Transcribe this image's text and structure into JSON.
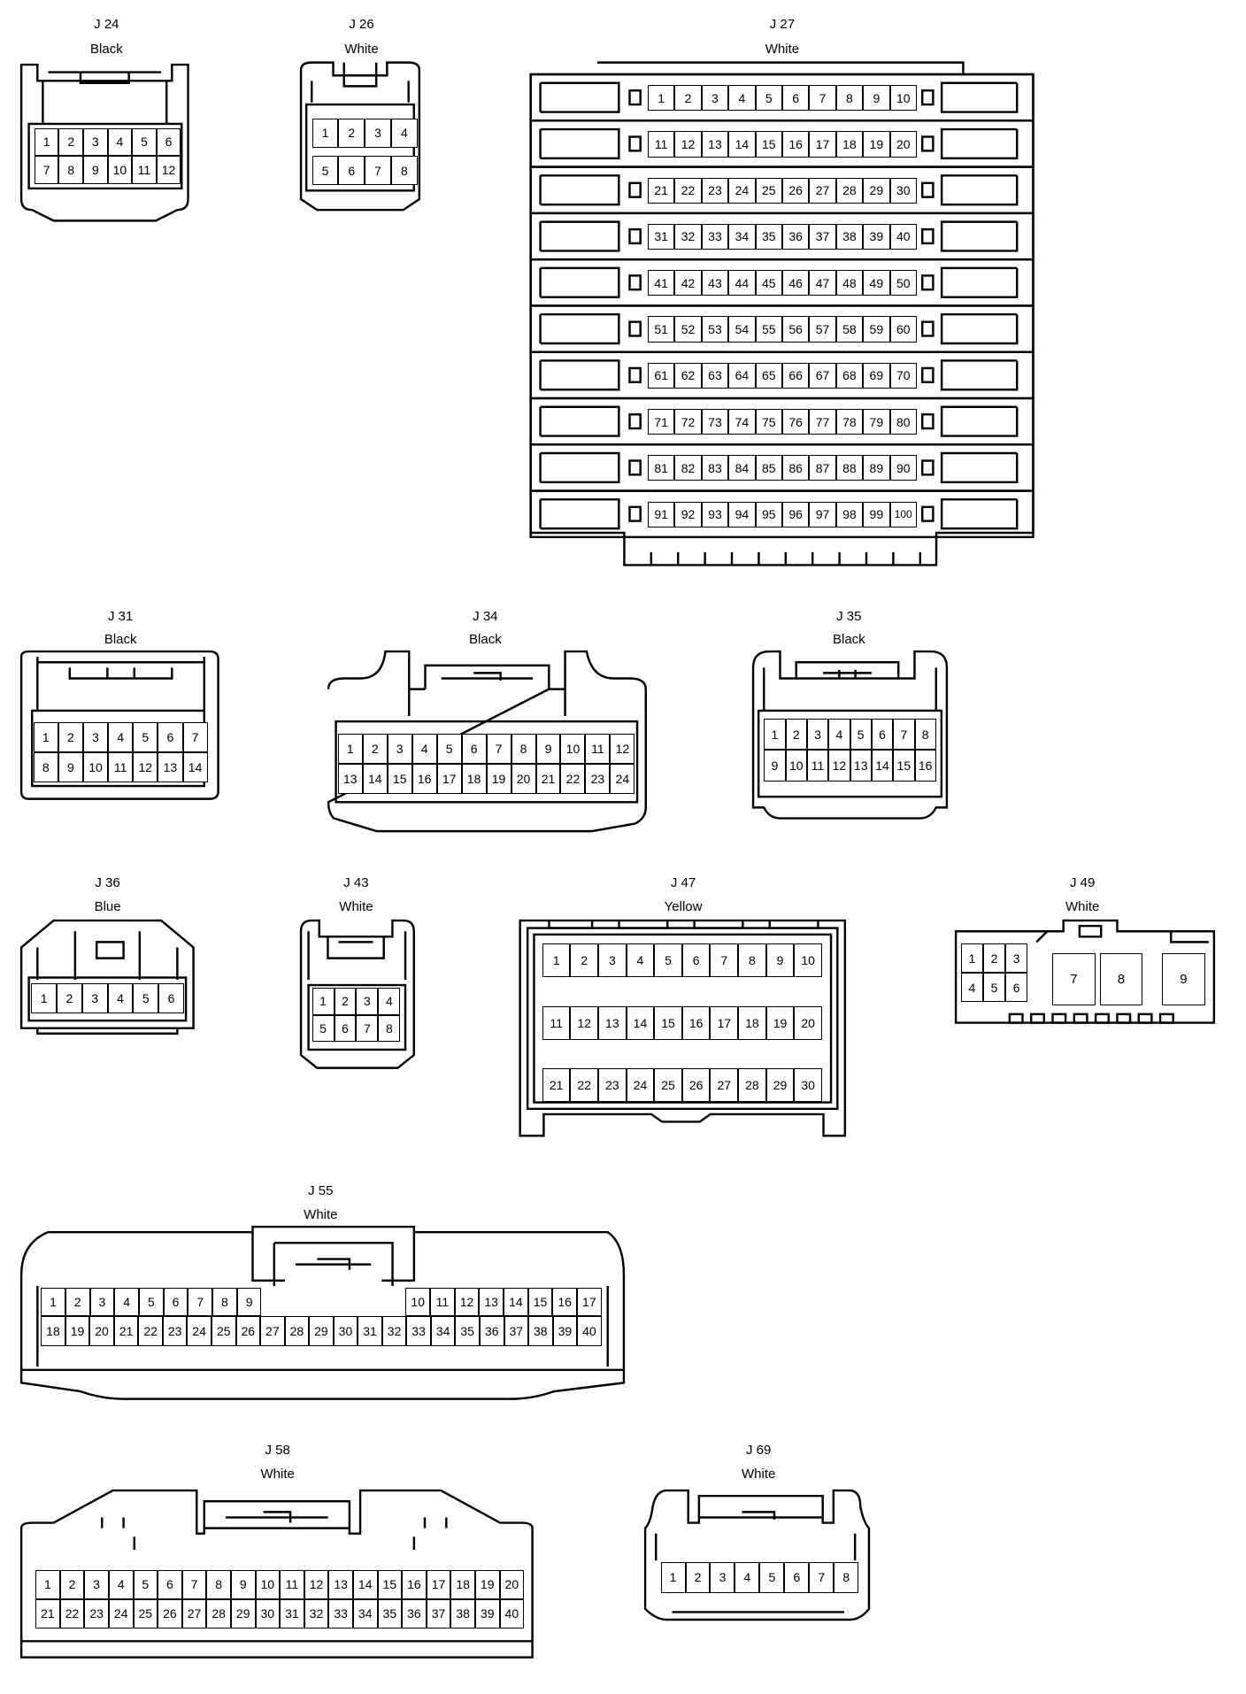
{
  "connectors": [
    {
      "id": "J 24",
      "color": "Black",
      "rows": [
        [
          1,
          2,
          3,
          4,
          5,
          6
        ],
        [
          7,
          8,
          9,
          10,
          11,
          12
        ]
      ]
    },
    {
      "id": "J 26",
      "color": "White",
      "rows": [
        [
          1,
          2,
          3,
          4
        ],
        [
          5,
          6,
          7,
          8
        ]
      ]
    },
    {
      "id": "J 27",
      "color": "White",
      "rows": [
        [
          1,
          2,
          3,
          4,
          5,
          6,
          7,
          8,
          9,
          10
        ],
        [
          11,
          12,
          13,
          14,
          15,
          16,
          17,
          18,
          19,
          20
        ],
        [
          21,
          22,
          23,
          24,
          25,
          26,
          27,
          28,
          29,
          30
        ],
        [
          31,
          32,
          33,
          34,
          35,
          36,
          37,
          38,
          39,
          40
        ],
        [
          41,
          42,
          43,
          44,
          45,
          46,
          47,
          48,
          49,
          50
        ],
        [
          51,
          52,
          53,
          54,
          55,
          56,
          57,
          58,
          59,
          60
        ],
        [
          61,
          62,
          63,
          64,
          65,
          66,
          67,
          68,
          69,
          70
        ],
        [
          71,
          72,
          73,
          74,
          75,
          76,
          77,
          78,
          79,
          80
        ],
        [
          81,
          82,
          83,
          84,
          85,
          86,
          87,
          88,
          89,
          90
        ],
        [
          91,
          92,
          93,
          94,
          95,
          96,
          97,
          98,
          99,
          100
        ]
      ]
    },
    {
      "id": "J 31",
      "color": "Black",
      "rows": [
        [
          1,
          2,
          3,
          4,
          5,
          6,
          7
        ],
        [
          8,
          9,
          10,
          11,
          12,
          13,
          14
        ]
      ]
    },
    {
      "id": "J 34",
      "color": "Black",
      "rows": [
        [
          1,
          2,
          3,
          4,
          5,
          6,
          7,
          8,
          9,
          10,
          11,
          12
        ],
        [
          13,
          14,
          15,
          16,
          17,
          18,
          19,
          20,
          21,
          22,
          23,
          24
        ]
      ]
    },
    {
      "id": "J 35",
      "color": "Black",
      "rows": [
        [
          1,
          2,
          3,
          4,
          5,
          6,
          7,
          8
        ],
        [
          9,
          10,
          11,
          12,
          13,
          14,
          15,
          16
        ]
      ]
    },
    {
      "id": "J 36",
      "color": "Blue",
      "rows": [
        [
          1,
          2,
          3,
          4,
          5,
          6
        ]
      ]
    },
    {
      "id": "J 43",
      "color": "White",
      "rows": [
        [
          1,
          2,
          3,
          4
        ],
        [
          5,
          6,
          7,
          8
        ]
      ]
    },
    {
      "id": "J 47",
      "color": "Yellow",
      "rows": [
        [
          1,
          2,
          3,
          4,
          5,
          6,
          7,
          8,
          9,
          10
        ],
        [
          11,
          12,
          13,
          14,
          15,
          16,
          17,
          18,
          19,
          20
        ],
        [
          21,
          22,
          23,
          24,
          25,
          26,
          27,
          28,
          29,
          30
        ]
      ]
    },
    {
      "id": "J 49",
      "color": "White",
      "rows": [
        [
          1,
          2,
          3
        ],
        [
          4,
          5,
          6
        ]
      ],
      "big": [
        7,
        8,
        9
      ]
    },
    {
      "id": "J 55",
      "color": "White",
      "rows": [
        [
          1,
          2,
          3,
          4,
          5,
          6,
          7,
          8,
          9
        ],
        [
          18,
          19,
          20,
          21,
          22,
          23,
          24,
          25,
          26,
          27,
          28,
          29,
          30,
          31,
          32,
          33,
          34,
          35,
          36,
          37,
          38,
          39,
          40
        ]
      ],
      "rowTopRight": [
        10,
        11,
        12,
        13,
        14,
        15,
        16,
        17
      ]
    },
    {
      "id": "J 58",
      "color": "White",
      "rows": [
        [
          1,
          2,
          3,
          4,
          5,
          6,
          7,
          8,
          9,
          10,
          11,
          12,
          13,
          14,
          15,
          16,
          17,
          18,
          19,
          20
        ],
        [
          21,
          22,
          23,
          24,
          25,
          26,
          27,
          28,
          29,
          30,
          31,
          32,
          33,
          34,
          35,
          36,
          37,
          38,
          39,
          40
        ]
      ]
    },
    {
      "id": "J 69",
      "color": "White",
      "rows": [
        [
          1,
          2,
          3,
          4,
          5,
          6,
          7,
          8
        ]
      ]
    }
  ]
}
